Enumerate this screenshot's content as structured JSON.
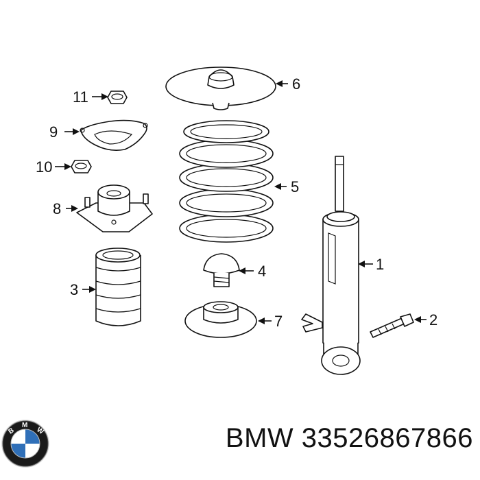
{
  "callouts": [
    "1",
    "2",
    "3",
    "4",
    "5",
    "6",
    "7",
    "8",
    "9",
    "10",
    "11"
  ],
  "footer": {
    "brand": "BMW",
    "part_number": "33526867866",
    "logo_icon": "bmw-roundel-icon",
    "logo_letters": "BMW",
    "logo_colors": {
      "blue": "#2f6fb8",
      "white": "#ffffff",
      "ring": "#1a1a1a"
    }
  }
}
